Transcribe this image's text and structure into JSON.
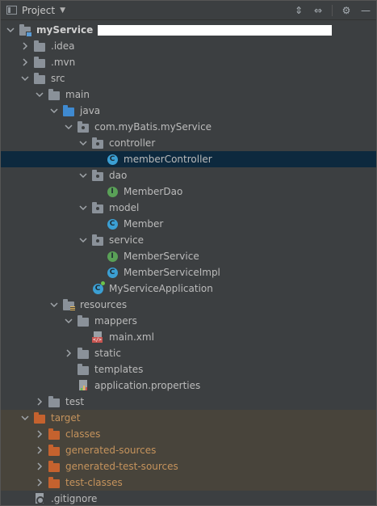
{
  "panel": {
    "title": "Project",
    "caret": "▼",
    "actions": [
      "⇕",
      "⇔",
      "⚙",
      "—"
    ]
  },
  "tree": [
    {
      "label": "myService",
      "depth": 0,
      "arrow": "down",
      "icon": "module",
      "bold": true,
      "redacted": true
    },
    {
      "label": ".idea",
      "depth": 1,
      "arrow": "right",
      "icon": "folder"
    },
    {
      "label": ".mvn",
      "depth": 1,
      "arrow": "right",
      "icon": "folder"
    },
    {
      "label": "src",
      "depth": 1,
      "arrow": "down",
      "icon": "folder"
    },
    {
      "label": "main",
      "depth": 2,
      "arrow": "down",
      "icon": "folder"
    },
    {
      "label": "java",
      "depth": 3,
      "arrow": "down",
      "icon": "folder-blue"
    },
    {
      "label": "com.myBatis.myService",
      "depth": 4,
      "arrow": "down",
      "icon": "package"
    },
    {
      "label": "controller",
      "depth": 5,
      "arrow": "down",
      "icon": "package"
    },
    {
      "label": "memberController",
      "depth": 6,
      "arrow": "none",
      "icon": "class",
      "selected": true
    },
    {
      "label": "dao",
      "depth": 5,
      "arrow": "down",
      "icon": "package"
    },
    {
      "label": "MemberDao",
      "depth": 6,
      "arrow": "none",
      "icon": "interface"
    },
    {
      "label": "model",
      "depth": 5,
      "arrow": "down",
      "icon": "package"
    },
    {
      "label": "Member",
      "depth": 6,
      "arrow": "none",
      "icon": "class"
    },
    {
      "label": "service",
      "depth": 5,
      "arrow": "down",
      "icon": "package"
    },
    {
      "label": "MemberService",
      "depth": 6,
      "arrow": "none",
      "icon": "interface"
    },
    {
      "label": "MemberServiceImpl",
      "depth": 6,
      "arrow": "none",
      "icon": "class"
    },
    {
      "label": "MyServiceApplication",
      "depth": 5,
      "arrow": "none",
      "icon": "app-class"
    },
    {
      "label": "resources",
      "depth": 3,
      "arrow": "down",
      "icon": "resources"
    },
    {
      "label": "mappers",
      "depth": 4,
      "arrow": "down",
      "icon": "folder"
    },
    {
      "label": "main.xml",
      "depth": 5,
      "arrow": "none",
      "icon": "xml"
    },
    {
      "label": "static",
      "depth": 4,
      "arrow": "right",
      "icon": "folder"
    },
    {
      "label": "templates",
      "depth": 4,
      "arrow": "none",
      "icon": "folder"
    },
    {
      "label": "application.properties",
      "depth": 4,
      "arrow": "none",
      "icon": "properties"
    },
    {
      "label": "test",
      "depth": 2,
      "arrow": "right",
      "icon": "folder"
    },
    {
      "label": "target",
      "depth": 1,
      "arrow": "down",
      "icon": "folder-orange",
      "excluded": true
    },
    {
      "label": "classes",
      "depth": 2,
      "arrow": "right",
      "icon": "folder-orange",
      "excluded": true
    },
    {
      "label": "generated-sources",
      "depth": 2,
      "arrow": "right",
      "icon": "folder-orange",
      "excluded": true
    },
    {
      "label": "generated-test-sources",
      "depth": 2,
      "arrow": "right",
      "icon": "folder-orange",
      "excluded": true
    },
    {
      "label": "test-classes",
      "depth": 2,
      "arrow": "right",
      "icon": "folder-orange",
      "excluded": true
    },
    {
      "label": ".gitignore",
      "depth": 1,
      "arrow": "none",
      "icon": "gitignore"
    }
  ]
}
